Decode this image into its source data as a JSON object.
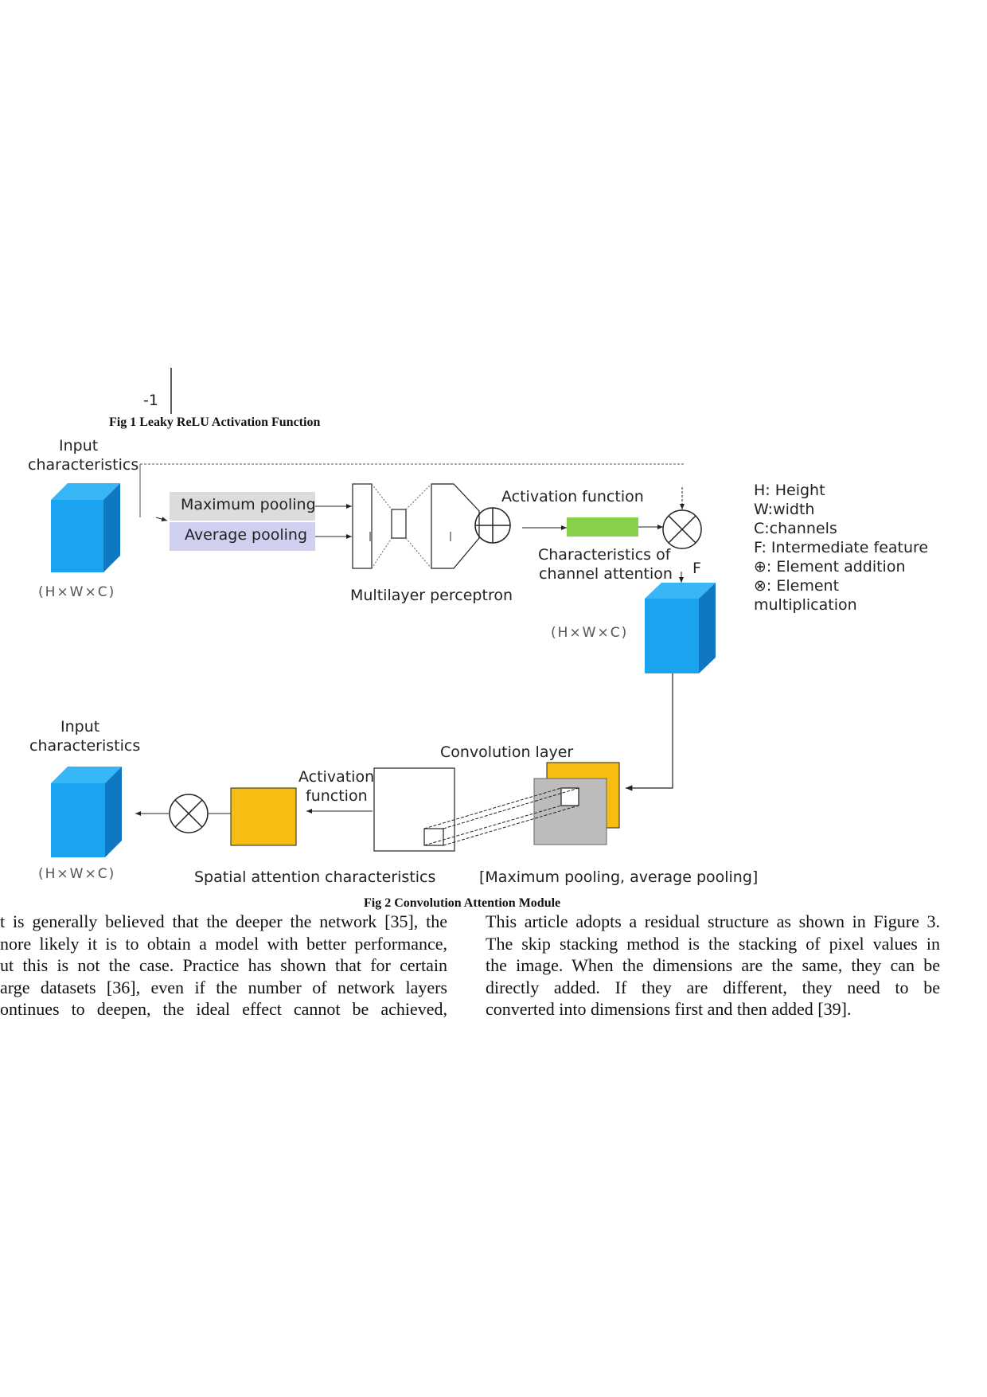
{
  "fig1": {
    "axis_tick": "-1",
    "caption": "Fig 1 Leaky ReLU Activation Function"
  },
  "fig2": {
    "caption": "Fig 2 Convolution Attention Module",
    "top": {
      "input_label_line1": "Input",
      "input_label_line2": "characteristics",
      "input_dims": "(H×W×C)",
      "max_pool": "Maximum pooling",
      "avg_pool": "Average pooling",
      "mlp_label": "Multilayer perceptron",
      "activation_label": "Activation function",
      "channel_attention_line1": "Characteristics of",
      "channel_attention_line2": "channel attention",
      "f_label": "F",
      "feature_dims": "(H×W×C)"
    },
    "legend": {
      "height": "H: Height",
      "width": "W:width",
      "channels": "C:channels",
      "feature": "F: Intermediate feature",
      "addition": "⊕: Element addition",
      "multiplication_line1": "⊗: Element",
      "multiplication_line2": "multiplication"
    },
    "bottom": {
      "input_label_line1": "Input",
      "input_label_line2": "characteristics",
      "input_dims": "(H×W×C)",
      "activation_line1": "Activation",
      "activation_line2": "function",
      "conv_label": "Convolution layer",
      "spatial_label": "Spatial attention characteristics",
      "pool_label": "[Maximum pooling, average pooling]"
    },
    "colors": {
      "cube_front": "#1aa3ef",
      "cube_top": "#38b6f5",
      "cube_side": "#0e78c2",
      "max_pool_bg": "#dcdcdc",
      "avg_pool_bg": "#cfcfef",
      "channel_bar": "#88d24a",
      "spatial_square": "#f8bd12",
      "conv_gray": "#bcbcbc"
    }
  },
  "text": {
    "left_col": [
      "t is generally believed that the deeper the network [35], the",
      "nore likely it is to obtain a model with better performance,",
      "ut this is not the case. Practice has shown that for certain",
      "arge datasets [36], even if the number of network layers",
      "ontinues to deepen, the ideal effect cannot be achieved,"
    ],
    "right_col": [
      "This article adopts a residual structure as shown in Figure 3.",
      "The skip stacking method is the stacking of pixel values in",
      "the image. When the dimensions are the same, they can be",
      "directly added. If they are different, they need to be",
      "converted into dimensions first and then added [39]."
    ]
  }
}
